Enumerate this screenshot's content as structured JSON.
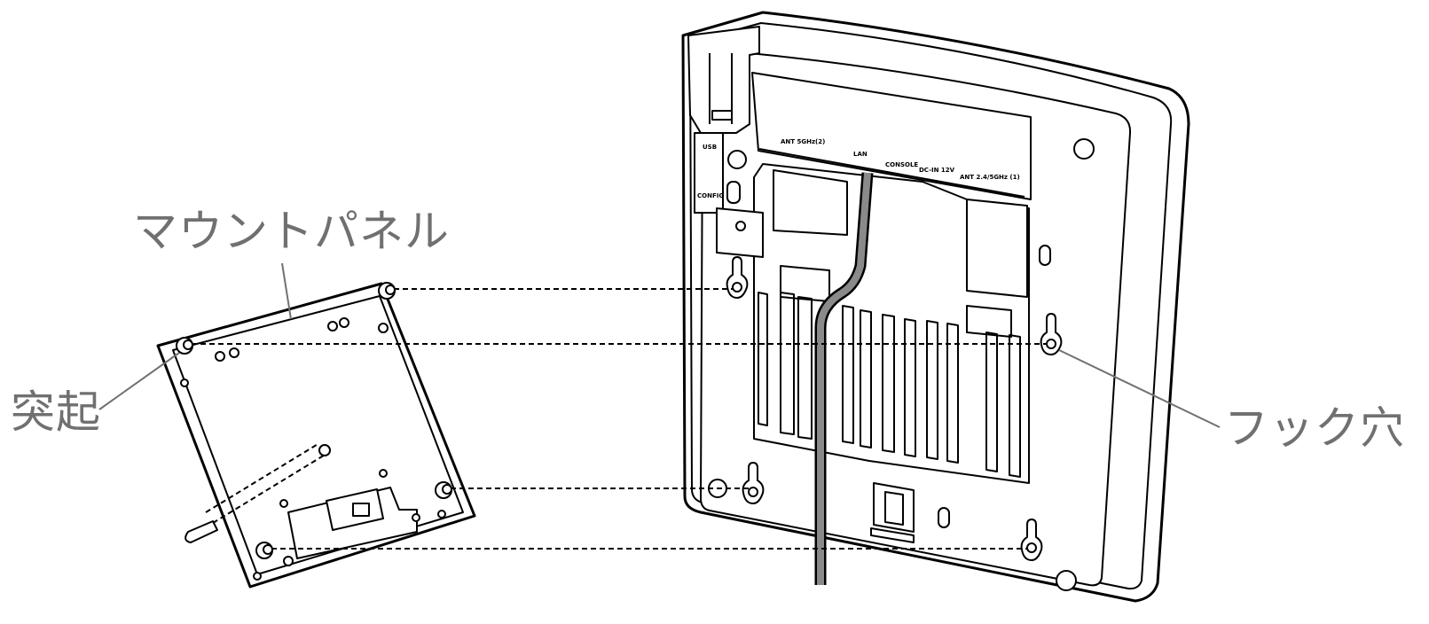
{
  "labels": {
    "mount_panel": "マウントパネル",
    "protrusion": "突起",
    "hook_hole": "フック穴"
  },
  "port_labels": {
    "ant_5ghz_2": "ANT 5GHz(2)",
    "lan": "LAN",
    "console": "CONSOLE",
    "dc_in": "DC-IN 12V",
    "ant_24_5ghz_1": "ANT 2.4/5GHz (1)",
    "usb": "USB",
    "config": "CONFIG"
  },
  "colors": {
    "label_gray": "#707070",
    "cable_gray": "#8a8a8a",
    "line": "#000000"
  }
}
